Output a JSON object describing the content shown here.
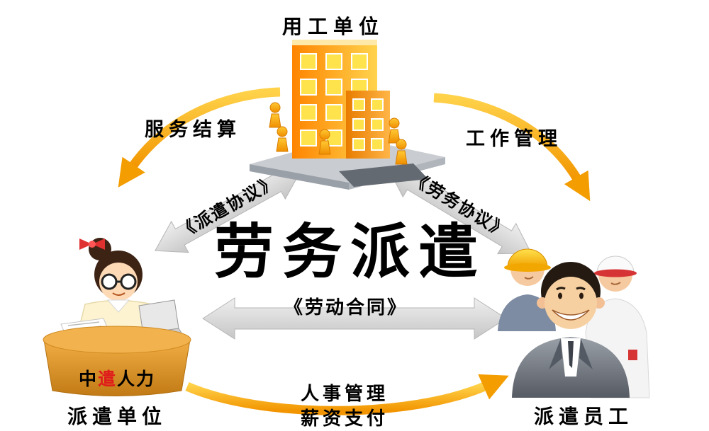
{
  "diagram": {
    "center_title": "劳务派遣",
    "nodes": {
      "employer": {
        "label": "用工单位"
      },
      "dispatch_unit": {
        "label": "派遣单位",
        "desk_brand": {
          "black_left": "中",
          "red": "遣",
          "black_right": "人力"
        }
      },
      "employees": {
        "label": "派遣员工"
      }
    },
    "edges": {
      "service_settlement": {
        "label": "服务结算"
      },
      "work_management": {
        "label": "工作管理"
      },
      "dispatch_agreement": {
        "label": "《派遣协议》"
      },
      "labor_service_agreement": {
        "label": "《劳务协议》"
      },
      "labor_contract": {
        "label": "《劳动合同》"
      },
      "hr_management": {
        "label": "人事管理"
      },
      "salary_payment": {
        "label": "薪资支付"
      }
    },
    "colors": {
      "background": "#ffffff",
      "text": "#000000",
      "arrow_orange": "#f6a200",
      "arrow_gray": "#d9d9d9",
      "building_orange": "#ff9100",
      "desk_orange": "#e09a2e",
      "brand_red": "#e01b1b",
      "hard_hat_yellow": "#ffcf00",
      "suit_gray": "#6c727b"
    }
  }
}
